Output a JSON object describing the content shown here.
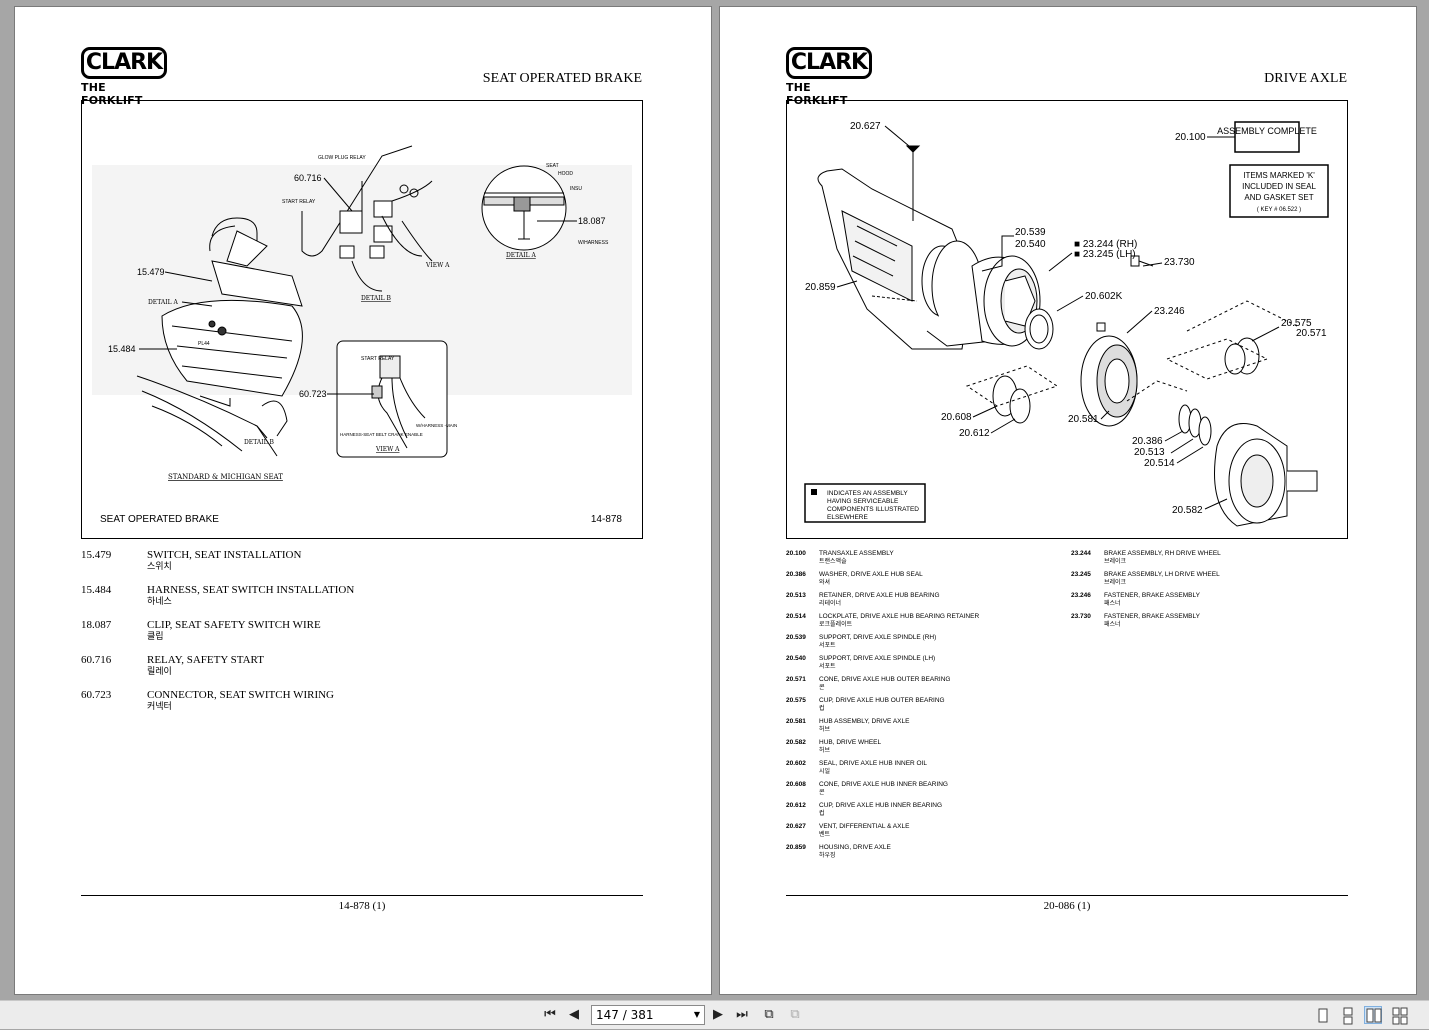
{
  "brand": {
    "logo_text": "CLARK",
    "logo_sub": "THE FORKLIFT"
  },
  "left_page": {
    "title": "SEAT OPERATED BRAKE",
    "figure": {
      "caption": "SEAT OPERATED BRAKE",
      "number": "14-878",
      "callouts": [
        "60.716",
        "15.479",
        "15.484",
        "60.723",
        "18.087"
      ],
      "labels": {
        "glow_plug": "GLOW PLUG RELAY",
        "start_relay": "START RELAY",
        "view_a": "VIEW A",
        "detail_b": "DETAIL B",
        "detail_a": "DETAIL A",
        "detail_b_ptr": "DETAIL B",
        "detail_a_ptr": "DETAIL A",
        "seat": "SEAT",
        "hood": "HOOD",
        "insu": "INSU",
        "w_harness": "W/HARNESS",
        "start_relay2": "START RELAY",
        "harness_seat": "HARNESS-SEAT BELT CRANK ENABLE",
        "w_harness_main": "W/HARNESS -MAIN",
        "view_a2": "VIEW A",
        "standard": "STANDARD & MICHIGAN SEAT",
        "pl": "PL44"
      }
    },
    "parts": [
      {
        "num": "15.479",
        "desc": "SWITCH, SEAT INSTALLATION",
        "kr": "스위치"
      },
      {
        "num": "15.484",
        "desc": "HARNESS, SEAT SWITCH INSTALLATION",
        "kr": "하네스"
      },
      {
        "num": "18.087",
        "desc": "CLIP, SEAT SAFETY SWITCH WIRE",
        "kr": "클립"
      },
      {
        "num": "60.716",
        "desc": "RELAY, SAFETY START",
        "kr": "릴레이"
      },
      {
        "num": "60.723",
        "desc": "CONNECTOR, SEAT SWITCH WIRING",
        "kr": "커넥터"
      }
    ],
    "footer": "14-878 (1)"
  },
  "right_page": {
    "title": "DRIVE AXLE",
    "figure": {
      "callouts": [
        "20.627",
        "20.100",
        "20.539",
        "20.540",
        "■ 23.244 (RH)",
        "■ 23.245 (LH)",
        "23.730",
        "20.859",
        "20.602K",
        "23.246",
        "20.575",
        "20.571",
        "20.608",
        "20.612",
        "20.581",
        "20.386",
        "20.513",
        "20.514",
        "20.582"
      ],
      "assembly_note": "ASSEMBLY COMPLETE",
      "items_note": [
        "ITEMS MARKED 'K'",
        "INCLUDED IN SEAL",
        "AND GASKET SET",
        "( KEY # 06.522 )"
      ],
      "legend": [
        "INDICATES AN ASSEMBLY",
        "HAVING SERVICEABLE",
        "COMPONENTS ILLUSTRATED",
        "ELSEWHERE"
      ]
    },
    "parts_col1": [
      {
        "num": "20.100",
        "desc": "TRANSAXLE ASSEMBLY",
        "kr": "트랜스액슬"
      },
      {
        "num": "20.386",
        "desc": "WASHER, DRIVE AXLE HUB SEAL",
        "kr": "와셔"
      },
      {
        "num": "20.513",
        "desc": "RETAINER, DRIVE AXLE HUB BEARING",
        "kr": "리테이너"
      },
      {
        "num": "20.514",
        "desc": "LOCKPLATE, DRIVE AXLE HUB BEARING RETAINER",
        "kr": "로크플레이트"
      },
      {
        "num": "20.539",
        "desc": "SUPPORT, DRIVE AXLE SPINDLE (RH)",
        "kr": "서포트"
      },
      {
        "num": "20.540",
        "desc": "SUPPORT, DRIVE AXLE SPINDLE (LH)",
        "kr": "서포트"
      },
      {
        "num": "20.571",
        "desc": "CONE, DRIVE AXLE HUB OUTER BEARING",
        "kr": "콘"
      },
      {
        "num": "20.575",
        "desc": "CUP, DRIVE AXLE HUB OUTER BEARING",
        "kr": "컵"
      },
      {
        "num": "20.581",
        "desc": "HUB ASSEMBLY, DRIVE AXLE",
        "kr": "허브"
      },
      {
        "num": "20.582",
        "desc": "HUB, DRIVE WHEEL",
        "kr": "허브"
      },
      {
        "num": "20.602",
        "desc": "SEAL, DRIVE AXLE HUB INNER OIL",
        "kr": "시일"
      },
      {
        "num": "20.608",
        "desc": "CONE, DRIVE AXLE HUB INNER BEARING",
        "kr": "콘"
      },
      {
        "num": "20.612",
        "desc": "CUP, DRIVE AXLE HUB INNER BEARING",
        "kr": "컵"
      },
      {
        "num": "20.627",
        "desc": "VENT, DIFFERENTIAL & AXLE",
        "kr": "벤트"
      },
      {
        "num": "20.859",
        "desc": "HOUSING, DRIVE AXLE",
        "kr": "하우징"
      }
    ],
    "parts_col2": [
      {
        "num": "23.244",
        "desc": "BRAKE ASSEMBLY, RH DRIVE WHEEL",
        "kr": "브레이크"
      },
      {
        "num": "23.245",
        "desc": "BRAKE ASSEMBLY, LH DRIVE WHEEL",
        "kr": "브레이크"
      },
      {
        "num": "23.246",
        "desc": "FASTENER, BRAKE ASSEMBLY",
        "kr": "패스너"
      },
      {
        "num": "23.730",
        "desc": "FASTENER, BRAKE ASSEMBLY",
        "kr": "패스너"
      }
    ],
    "footer": "20-086 (1)"
  },
  "toolbar": {
    "page_display": "147 / 381",
    "current_page": 147,
    "total_pages": 381
  }
}
